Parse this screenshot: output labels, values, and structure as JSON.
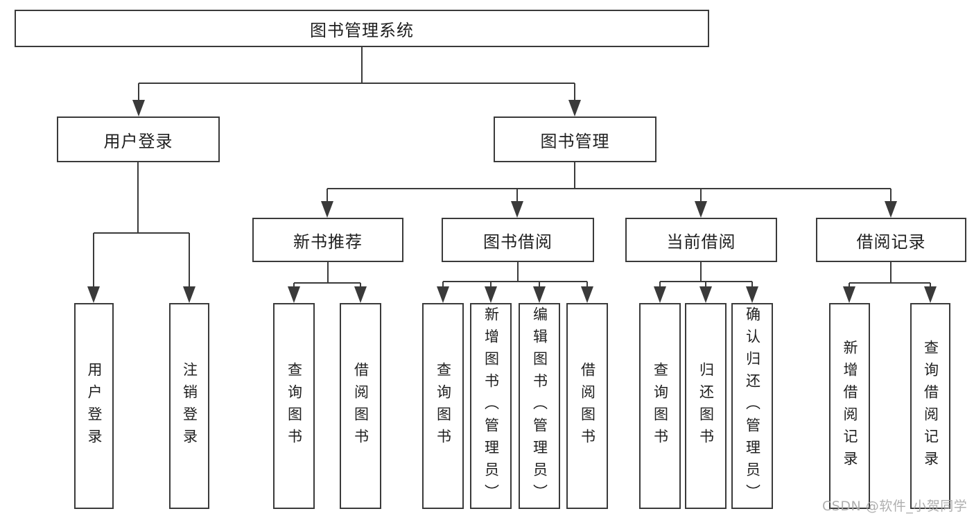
{
  "diagram_title": "图书管理系统",
  "tree": {
    "root": {
      "label": "图书管理系统"
    },
    "branches": [
      {
        "label": "用户登录",
        "children": [
          {
            "label": "用户登录"
          },
          {
            "label": "注销登录"
          }
        ]
      },
      {
        "label": "图书管理",
        "children": [
          {
            "label": "新书推荐",
            "children": [
              {
                "label": "查询图书"
              },
              {
                "label": "借阅图书"
              }
            ]
          },
          {
            "label": "图书借阅",
            "children": [
              {
                "label": "查询图书"
              },
              {
                "label": "新增图书（管理员）"
              },
              {
                "label": "编辑图书（管理员）"
              },
              {
                "label": "借阅图书"
              }
            ]
          },
          {
            "label": "当前借阅",
            "children": [
              {
                "label": "查询图书"
              },
              {
                "label": "归还图书"
              },
              {
                "label": "确认归还（管理员）"
              }
            ]
          },
          {
            "label": "借阅记录",
            "children": [
              {
                "label": "新增借阅记录"
              },
              {
                "label": "查询借阅记录"
              }
            ]
          }
        ]
      }
    ]
  },
  "watermark": {
    "text": "CSDN @软件_小贺同学"
  },
  "colors": {
    "line": "#3a3a3a",
    "text": "#1f1f1f",
    "box_background": "#ffffff",
    "page_background": "#ffffff",
    "watermark": "#a8a8a8"
  }
}
